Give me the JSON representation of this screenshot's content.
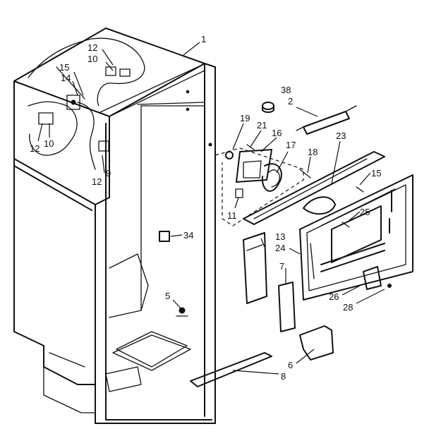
{
  "callouts": [
    {
      "id": "c1",
      "text": "1"
    },
    {
      "id": "c38",
      "text": "38"
    },
    {
      "id": "c2",
      "text": "2"
    },
    {
      "id": "c19",
      "text": "19"
    },
    {
      "id": "c21",
      "text": "21"
    },
    {
      "id": "c16",
      "text": "16"
    },
    {
      "id": "c17",
      "text": "17"
    },
    {
      "id": "c18",
      "text": "18"
    },
    {
      "id": "c23",
      "text": "23"
    },
    {
      "id": "c15r",
      "text": "15"
    },
    {
      "id": "c25",
      "text": "25"
    },
    {
      "id": "c11",
      "text": "11"
    },
    {
      "id": "c13",
      "text": "13"
    },
    {
      "id": "c24",
      "text": "24"
    },
    {
      "id": "c7",
      "text": "7"
    },
    {
      "id": "c26",
      "text": "26"
    },
    {
      "id": "c28",
      "text": "28"
    },
    {
      "id": "c34",
      "text": "34"
    },
    {
      "id": "c5",
      "text": "5"
    },
    {
      "id": "c6",
      "text": "6"
    },
    {
      "id": "c8",
      "text": "8"
    },
    {
      "id": "c12a",
      "text": "12"
    },
    {
      "id": "c10a",
      "text": "10"
    },
    {
      "id": "c15a",
      "text": "15"
    },
    {
      "id": "c14",
      "text": "14"
    },
    {
      "id": "c12b",
      "text": "12"
    },
    {
      "id": "c10b",
      "text": "10"
    },
    {
      "id": "c12c",
      "text": "12"
    },
    {
      "id": "c9",
      "text": "9"
    }
  ]
}
